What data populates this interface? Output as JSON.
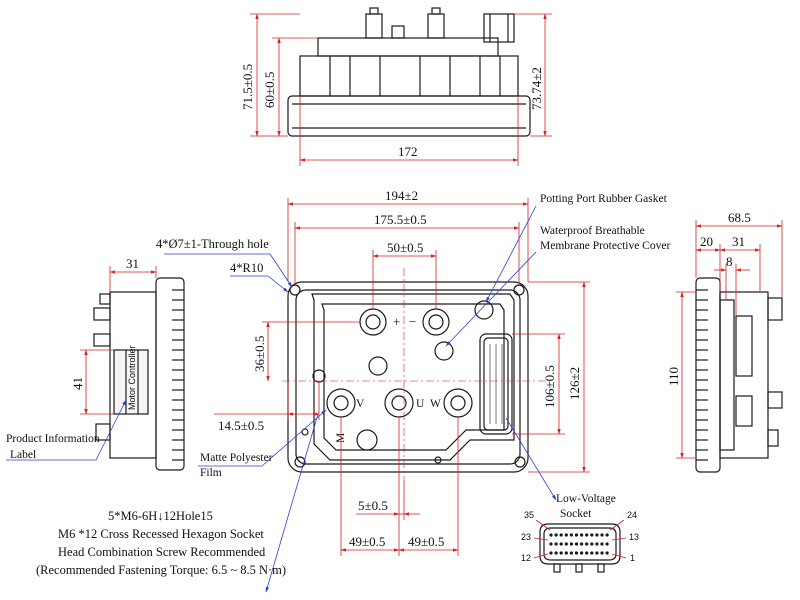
{
  "colors": {
    "outline": "#1a1a1a",
    "dimension": "#d42020",
    "leader": "#2b3fd4",
    "background": "#ffffff"
  },
  "top_view": {
    "dims": {
      "height_total": "71.5±0.5",
      "height_body": "60±0.5",
      "height_right": "73.74±2",
      "width_base": "172"
    }
  },
  "front_view": {
    "dims": {
      "overall_width": "194±2",
      "hole_span": "175.5±0.5",
      "terminal_span": "50±0.5",
      "dim_36": "36±0.5",
      "dim_14_5": "14.5±0.5",
      "dim_106": "106±0.5",
      "dim_126": "126±2",
      "dim_5": "5±0.5",
      "dim_49_left": "49±0.5",
      "dim_49_right": "49±0.5"
    },
    "labels": {
      "through_hole": "4*Ø7±1-Through hole",
      "corner_radius": "4*R10",
      "gasket": "Potting Port Rubber Gasket",
      "membrane_line1": "Waterproof Breathable",
      "membrane_line2": "Membrane Protective Cover",
      "matte_line1": "Matte Polyester",
      "matte_line2": "Film",
      "plus_sign": "+",
      "minus_sign": "−",
      "v_mark": "V",
      "u_mark": "U",
      "w_mark": "W",
      "m_mark": "M"
    }
  },
  "left_view": {
    "dims": {
      "width_31": "31",
      "height_41": "41"
    },
    "label_text": "Motor Controller",
    "product_label_line1": "Product Information",
    "product_label_line2": "Label"
  },
  "right_view": {
    "dims": {
      "width_68_5": "68.5",
      "width_20": "20",
      "width_31": "31",
      "width_8": "8",
      "height_110": "110"
    }
  },
  "socket": {
    "title_line1": "Low-Voltage",
    "title_line2": "Socket",
    "pins": {
      "p35": "35",
      "p24": "24",
      "p23": "23",
      "p13": "13",
      "p12": "12",
      "p1": "1"
    }
  },
  "screw_note": {
    "line1": "5*M6-6H↓12Hole15",
    "line2": "M6 *12 Cross Recessed Hexagon Socket",
    "line3": "Head Combination Screw Recommended",
    "line4": "(Recommended Fastening Torque: 6.5 ~ 8.5 N·m)"
  }
}
